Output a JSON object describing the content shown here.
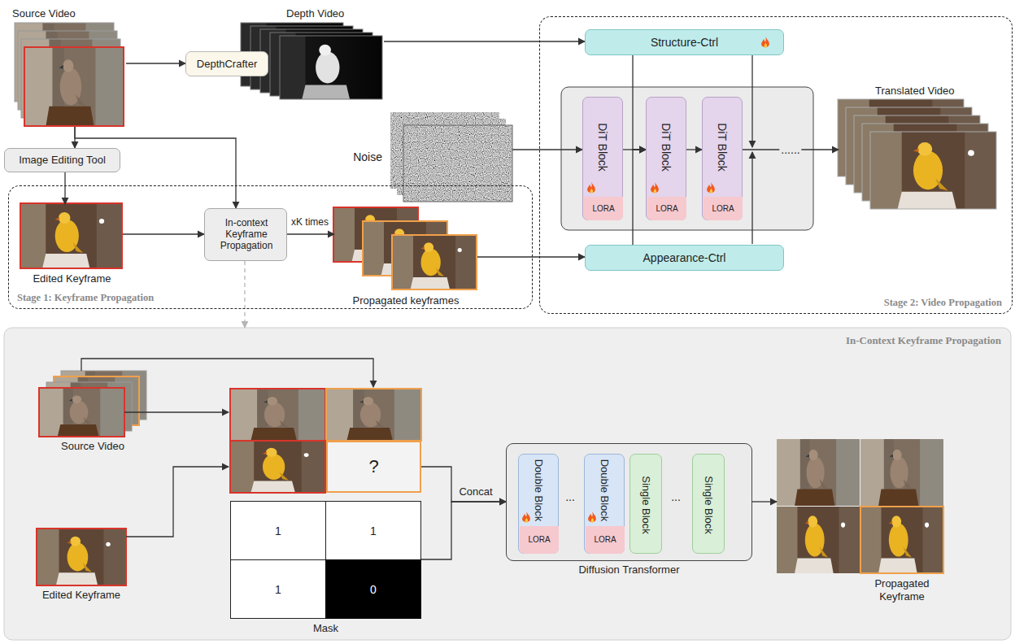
{
  "diagram": {
    "nodes": [
      {
        "text": [
          "Source Video"
        ]
      },
      {
        "text": [
          "DepthCrafter"
        ]
      },
      {
        "text": [
          "Depth Video"
        ]
      },
      {
        "text": [
          "Stage 2: Video Propagation"
        ]
      },
      {
        "text": [
          "Structure-Ctrl"
        ],
        "in": 3
      },
      {
        "text": [
          "DiT Block"
        ],
        "in": 3
      },
      {
        "text": [
          "LORA"
        ],
        "in": 5
      },
      {
        "text": [
          "DiT Block"
        ],
        "in": 3
      },
      {
        "text": [
          "LORA"
        ],
        "in": 7
      },
      {
        "text": [
          "DiT Block"
        ],
        "in": 3
      },
      {
        "text": [
          "LORA"
        ],
        "in": 9
      },
      {
        "text": [
          "Appearance-Ctrl"
        ],
        "in": 3
      },
      {
        "text": [
          "Translated Video"
        ],
        "in": 3
      },
      {
        "text": [
          "Noise"
        ]
      },
      {
        "text": [
          "Image Editing Tool"
        ]
      },
      {
        "text": [
          "Stage 1: Keyframe Propagation"
        ]
      },
      {
        "text": [
          "Edited Keyframe"
        ],
        "in": 15
      },
      {
        "text": [
          "In-context Keyframe Propagation"
        ],
        "in": 15
      },
      {
        "text": [
          "Propagated keyframes"
        ],
        "in": 15
      },
      {
        "text": [
          "In-Context Keyframe Propagation"
        ]
      },
      {
        "text": [
          "Source Video"
        ],
        "in": 19
      },
      {
        "text": [
          "?"
        ],
        "in": 19
      },
      {
        "text": [
          "Mask"
        ],
        "in": 19
      },
      {
        "text": [
          "1"
        ],
        "in": 22
      },
      {
        "text": [
          "1"
        ],
        "in": 22
      },
      {
        "text": [
          "1"
        ],
        "in": 22
      },
      {
        "text": [
          "0"
        ],
        "in": 22
      },
      {
        "text": [
          "Edited Keyframe"
        ],
        "in": 19
      },
      {
        "text": [
          "Diffusion Transformer"
        ],
        "in": 19
      },
      {
        "text": [
          "Double Block"
        ],
        "in": 28
      },
      {
        "text": [
          "LORA"
        ],
        "in": 29
      },
      {
        "text": [
          "Double Block"
        ],
        "in": 28
      },
      {
        "text": [
          "LORA"
        ],
        "in": 31
      },
      {
        "text": [
          "Single Block"
        ],
        "in": 28
      },
      {
        "text": [
          "Single Block"
        ],
        "in": 28
      },
      {
        "text": [
          "Propagated Keyframe"
        ],
        "in": 19
      }
    ],
    "edges": [
      {
        "from": 0,
        "to": 1,
        "arrow": "to"
      },
      {
        "from": 1,
        "to": 2,
        "arrow": "to"
      },
      {
        "from": 2,
        "to": 4,
        "arrow": "to"
      },
      {
        "from": 0,
        "to": 14,
        "arrow": "to"
      },
      {
        "from": 0,
        "to": 17,
        "arrow": "to"
      },
      {
        "from": 14,
        "to": 16,
        "arrow": "to"
      },
      {
        "from": 16,
        "to": 17,
        "arrow": "to"
      },
      {
        "from": 17,
        "to": 18,
        "arrow": "to"
      },
      {
        "from": 18,
        "to": 11,
        "arrow": "to"
      },
      {
        "from": 13,
        "to": 5,
        "arrow": "to"
      },
      {
        "from": 5,
        "to": 7,
        "arrow": "to"
      },
      {
        "from": 7,
        "to": 9,
        "arrow": "to"
      },
      {
        "from": 9,
        "to": 12,
        "label": "......",
        "arrow": "to"
      },
      {
        "from": 4,
        "to": 7,
        "arrow": "to"
      },
      {
        "from": 11,
        "to": 7,
        "arrow": "to"
      },
      {
        "from": 21,
        "to": 28,
        "arrow": "to"
      },
      {
        "from": 22,
        "to": 28,
        "arrow": "to"
      },
      {
        "from": 28,
        "to": 35,
        "arrow": "to"
      },
      {
        "from": 17,
        "to": 19,
        "arrow": "to"
      }
    ],
    "labels": [
      "xK times",
      "Concat",
      "...",
      "..."
    ]
  }
}
